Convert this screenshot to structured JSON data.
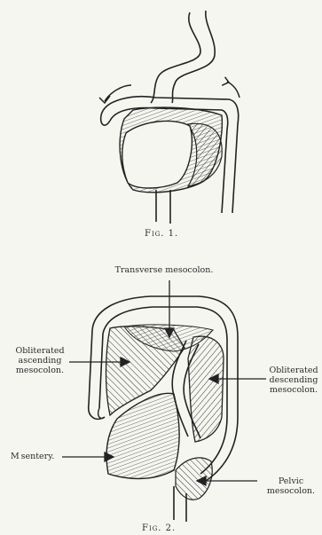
{
  "figure1": {
    "caption": "Fig. 1."
  },
  "figure2": {
    "caption": "Fig. 2.",
    "labels": {
      "transverse": "Transverse mesocolon.",
      "ascending": [
        "Obliterated",
        "ascending",
        "mesocolon."
      ],
      "descending": [
        "Obliterated",
        "descending",
        "mesocolon."
      ],
      "mesentery": "M sentery.",
      "pelvic": [
        "Pelvic",
        "mesocolon."
      ]
    }
  },
  "colors": {
    "ink": "#222222",
    "paper": "#f6f6f1"
  }
}
